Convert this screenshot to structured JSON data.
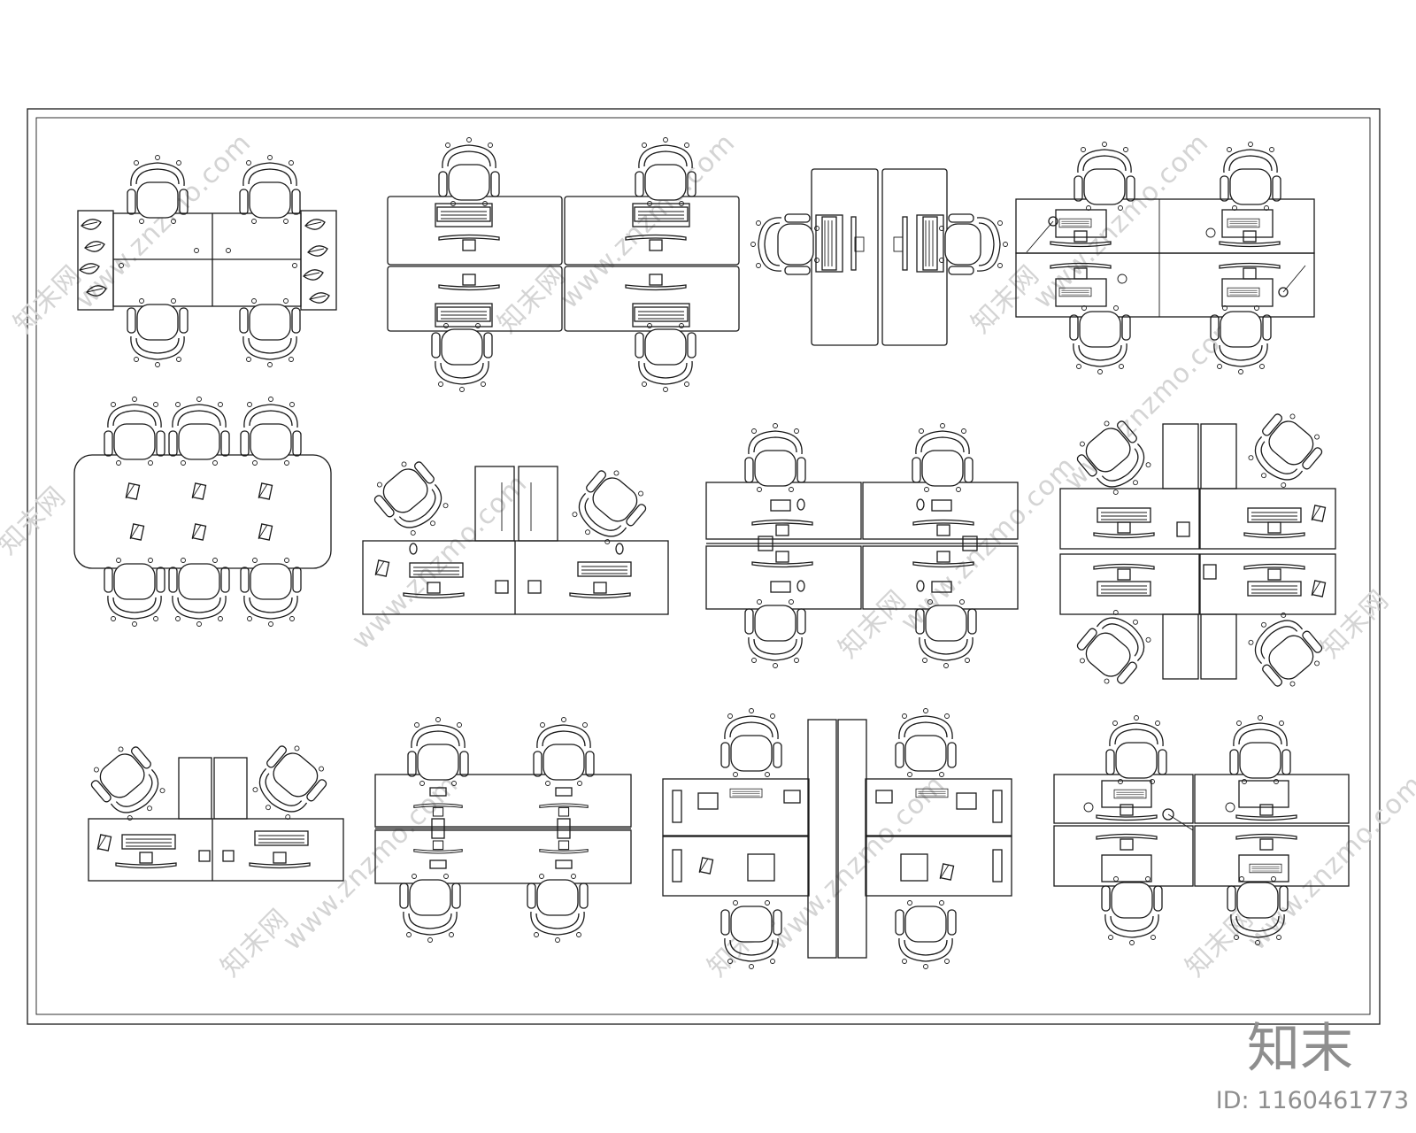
{
  "watermark": {
    "brand": "知末网",
    "url": "www.znzmo.com"
  },
  "logo": {
    "text": "知末"
  },
  "id_label": {
    "text": "ID: 1160461773"
  }
}
